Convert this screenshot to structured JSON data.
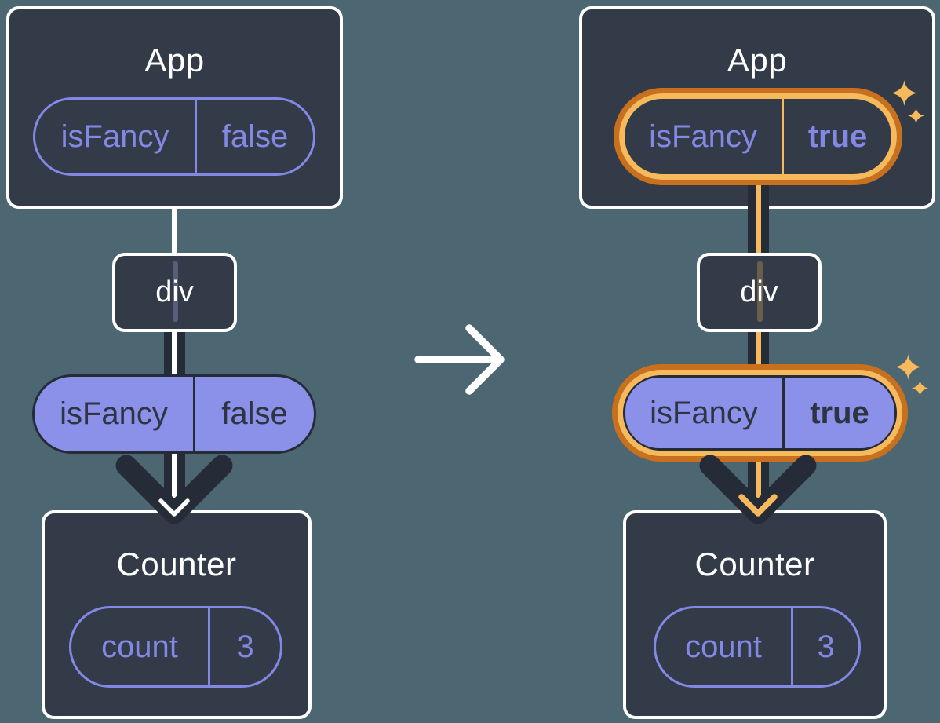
{
  "colors": {
    "bg": "#4c6771",
    "panel": "#343b48",
    "panelBorder": "#ffffff",
    "ink": "#262b38",
    "purple": "#8388e5",
    "purpleFill": "#8b90e8",
    "pillDarkText": "#2e3442",
    "white": "#ffffff",
    "orange": "#f6b95c",
    "orangeDeep": "#c8701d"
  },
  "before": {
    "app": {
      "title": "App",
      "state_pill": {
        "key": "isFancy",
        "value": "false"
      }
    },
    "div_node": {
      "label": "div"
    },
    "prop_pill": {
      "key": "isFancy",
      "value": "false"
    },
    "counter": {
      "title": "Counter",
      "state_pill": {
        "key": "count",
        "value": "3"
      }
    }
  },
  "after": {
    "app": {
      "title": "App",
      "state_pill": {
        "key": "isFancy",
        "value": "true"
      }
    },
    "div_node": {
      "label": "div"
    },
    "prop_pill": {
      "key": "isFancy",
      "value": "true"
    },
    "counter": {
      "title": "Counter",
      "state_pill": {
        "key": "count",
        "value": "3"
      }
    }
  }
}
